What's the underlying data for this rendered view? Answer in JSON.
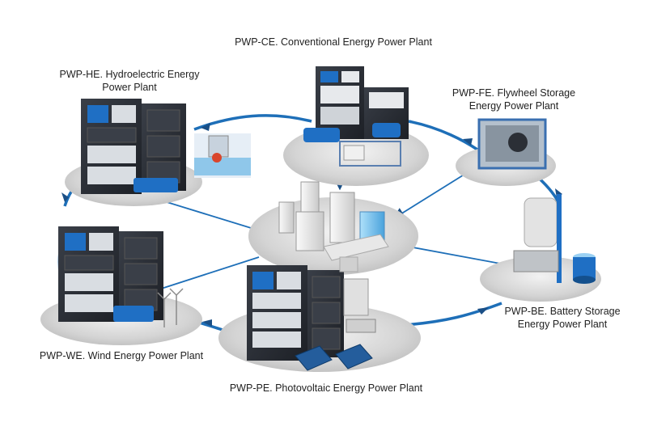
{
  "labels": {
    "ce": "PWP-CE. Conventional Energy Power Plant",
    "he_1": "PWP-HE. Hydroelectric Energy",
    "he_2": "Power Plant",
    "fe_1": "PWP-FE. Flywheel Storage",
    "fe_2": "Energy Power Plant",
    "be_1": "PWP-BE. Battery Storage",
    "be_2": "Energy Power Plant",
    "we": "PWP-WE. Wind Energy Power Plant",
    "pe": "PWP-PE. Photovoltaic Energy Power Plant"
  },
  "colors": {
    "flow_line": "#1e6fb8",
    "arrow": "#1a4f86",
    "platform": "#d6d6d6",
    "cabinet": "#2b2f36",
    "equipment_blue": "#1f6fc4",
    "city_blue": "#7ec3ec"
  }
}
